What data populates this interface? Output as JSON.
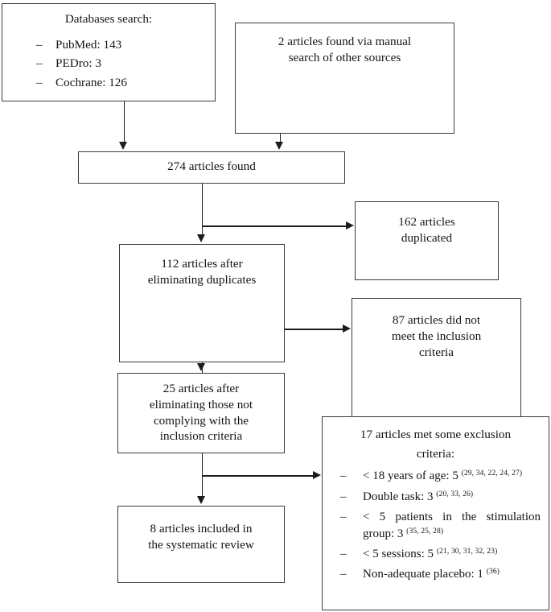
{
  "diagram": {
    "title": "PRISMA study selection flow diagram",
    "line_color": "#1c1c1c",
    "box_border_color": "#3a3a3a",
    "background": "#ffffff"
  },
  "boxes": {
    "databases": {
      "heading": "Databases search:",
      "items": [
        {
          "dash": "–",
          "text": "PubMed: 143"
        },
        {
          "dash": "–",
          "text": "PEDro: 3"
        },
        {
          "dash": "–",
          "text": "Cochrane: 126"
        }
      ]
    },
    "manual": {
      "line1": "2 articles found via manual",
      "line2": "search of other sources"
    },
    "found": {
      "line1": "274 articles found"
    },
    "duplicated": {
      "line1": "162 articles",
      "line2": "duplicated"
    },
    "after_duplicates": {
      "line1": "112 articles after",
      "line2": "eliminating duplicates"
    },
    "not_meet": {
      "line1": "87 articles did not",
      "line2": "meet the inclusion",
      "line3": "criteria"
    },
    "after_criteria": {
      "line1": "25 articles after",
      "line2": "eliminating those not",
      "line3": "complying with the",
      "line4": "inclusion criteria"
    },
    "included": {
      "line1": "8 articles included in",
      "line2": "the systematic review"
    },
    "exclusion": {
      "title_line1": "17 articles met some exclusion",
      "title_line2": "criteria:",
      "items": [
        {
          "dash": "–",
          "text": "< 18 years of age: 5 ",
          "refs": "(29, 34, 22, 24, 27)"
        },
        {
          "dash": "–",
          "text": "Double task: 3 ",
          "refs": "(20, 33, 26)"
        },
        {
          "dash": "–",
          "text": "< 5 patients in the stimulation group: 3 ",
          "refs": "(35, 25, 28)"
        },
        {
          "dash": "–",
          "text": "< 5 sessions: 5 ",
          "refs": "(21, 30, 31, 32, 23)"
        },
        {
          "dash": "–",
          "text": "Non-adequate placebo: 1 ",
          "refs": "(36)"
        }
      ]
    }
  }
}
